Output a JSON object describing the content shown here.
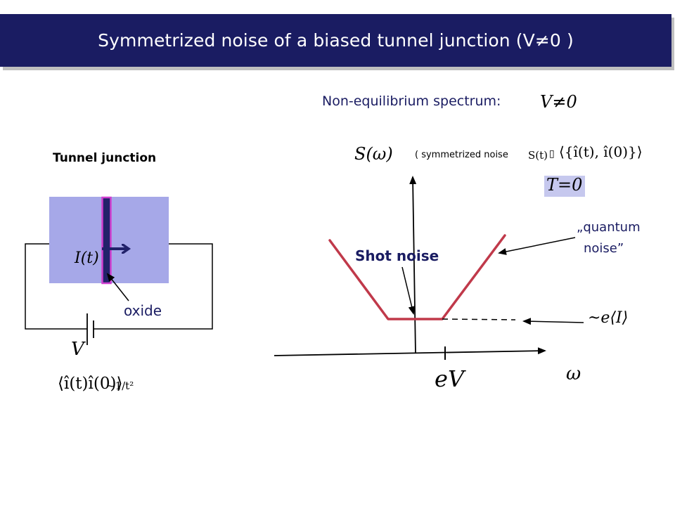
{
  "slide": {
    "title": "Symmetrized noise of a biased tunnel junction (V≠0 )"
  },
  "left": {
    "label": "Tunnel junction",
    "current_symbol": "I(t)",
    "oxide_label": "oxide",
    "voltage_symbol": "V",
    "correlator_lhs": "⟨î(t)î(0)⟩",
    "correlator_rhs": "~1/t²"
  },
  "right": {
    "heading": "Non-equilibrium spectrum:",
    "heading_math": "V≠0",
    "y_axis_label": "S(ω)",
    "sym_note": "( symmetrized noise",
    "sym_formula_lhs": "S(t)",
    "sym_formula_box": "▯",
    "sym_formula_rhs": "⟨{î(t), î(0)}⟩",
    "temperature": "T=0",
    "quantum_noise_line1": "„quantum",
    "quantum_noise_line2": "noise”",
    "shot_noise": "Shot noise",
    "level_label": "~e⟨I⟩",
    "x_tick_label": "eV",
    "x_axis_label": "ω"
  },
  "colors": {
    "title_bar": "#1a1c62",
    "junction_fill": "#a6a8e8",
    "barrier_fill": "#22226a",
    "barrier_outline": "#d040d0",
    "spectrum_line": "#c0394a",
    "oxide_text": "#1a1c62"
  }
}
